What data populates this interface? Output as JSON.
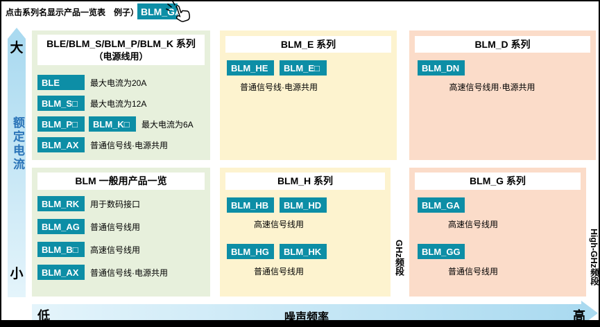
{
  "header": {
    "instruction": "点击系列名显示产品一览表　例子）",
    "example_button": "BLM_GA"
  },
  "axis_y": {
    "max": "大",
    "label": "额定电流",
    "min": "小"
  },
  "axis_x": {
    "min": "低",
    "label": "噪声频率",
    "max": "高"
  },
  "bands": {
    "ghz": "GHz频段",
    "high_ghz": "High-GHz频段"
  },
  "panel_power": {
    "title_line1": "BLE/BLM_S/BLM_P/BLM_K 系列",
    "title_line2": "（电源线用）",
    "r1_btn": "BLE",
    "r1_desc": "最大电流为20A",
    "r2_btn": "BLM_S□",
    "r2_desc": "最大电流为12A",
    "r3_btn1": "BLM_P□",
    "r3_btn2": "BLM_K□",
    "r3_desc": "最大电流为6A",
    "r4_btn": "BLM_AX",
    "r4_desc": "普通信号线·电源共用"
  },
  "panel_general": {
    "title": "BLM 一般用产品一览",
    "r1_btn": "BLM_RK",
    "r1_desc": "用于数码接口",
    "r2_btn": "BLM_AG",
    "r2_desc": "普通信号线用",
    "r3_btn": "BLM_B□",
    "r3_desc": "高速信号线用",
    "r4_btn": "BLM_AX",
    "r4_desc": "普通信号线·电源共用"
  },
  "panel_e": {
    "title": "BLM_E 系列",
    "btn1": "BLM_HE",
    "btn2": "BLM_E□",
    "desc": "普通信号线·电源共用"
  },
  "panel_h": {
    "title": "BLM_H 系列",
    "btn1": "BLM_HB",
    "btn2": "BLM_HD",
    "desc1": "高速信号线用",
    "btn3": "BLM_HG",
    "btn4": "BLM_HK",
    "desc2": "普通信号线用"
  },
  "panel_d": {
    "title": "BLM_D 系列",
    "btn1": "BLM_DN",
    "desc": "高速信号线用·电源共用"
  },
  "panel_g": {
    "title": "BLM_G 系列",
    "btn1": "BLM_GA",
    "desc1": "高速信号线用",
    "btn2": "BLM_GG",
    "desc2": "普通信号线用"
  },
  "colors": {
    "button_teal": "#0d8ea6",
    "panel_green": "#e7f0dc",
    "panel_yellow": "#fdf3cf",
    "panel_pink": "#fbdcc9",
    "axis_blue": "#aadaf0",
    "axis_label_blue": "#2b74b8"
  }
}
